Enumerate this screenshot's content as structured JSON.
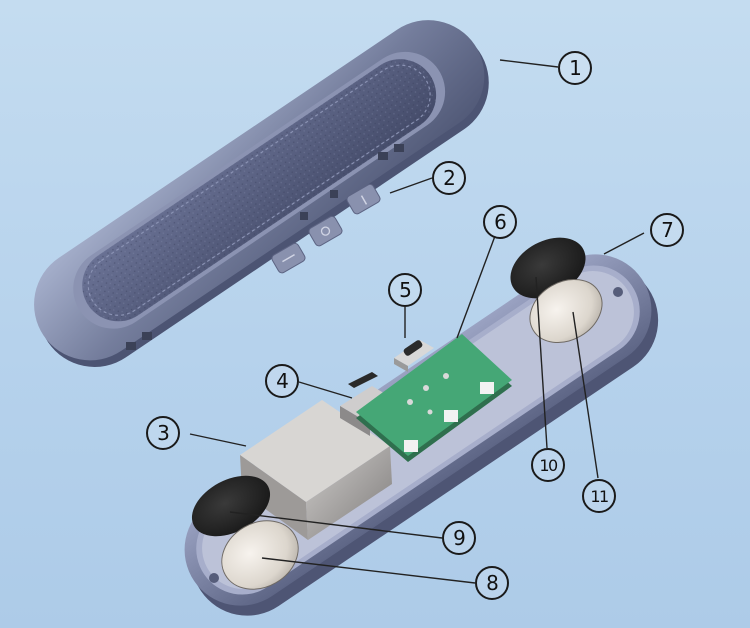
{
  "diagram": {
    "callouts": [
      {
        "id": "c1",
        "label": "1"
      },
      {
        "id": "c2",
        "label": "2"
      },
      {
        "id": "c3",
        "label": "3"
      },
      {
        "id": "c4",
        "label": "4"
      },
      {
        "id": "c5",
        "label": "5"
      },
      {
        "id": "c6",
        "label": "6"
      },
      {
        "id": "c7",
        "label": "7"
      },
      {
        "id": "c8",
        "label": "8"
      },
      {
        "id": "c9",
        "label": "9"
      },
      {
        "id": "c10",
        "label": "10"
      },
      {
        "id": "c11",
        "label": "11"
      }
    ],
    "colors": {
      "background": "#b6d2ec",
      "shell": "#6f7896",
      "leather": "#4e5677",
      "pcb": "#3c9a6a",
      "battery": "#9c9a9c",
      "pad": "#222222",
      "disc": "#e8e3dc"
    }
  }
}
